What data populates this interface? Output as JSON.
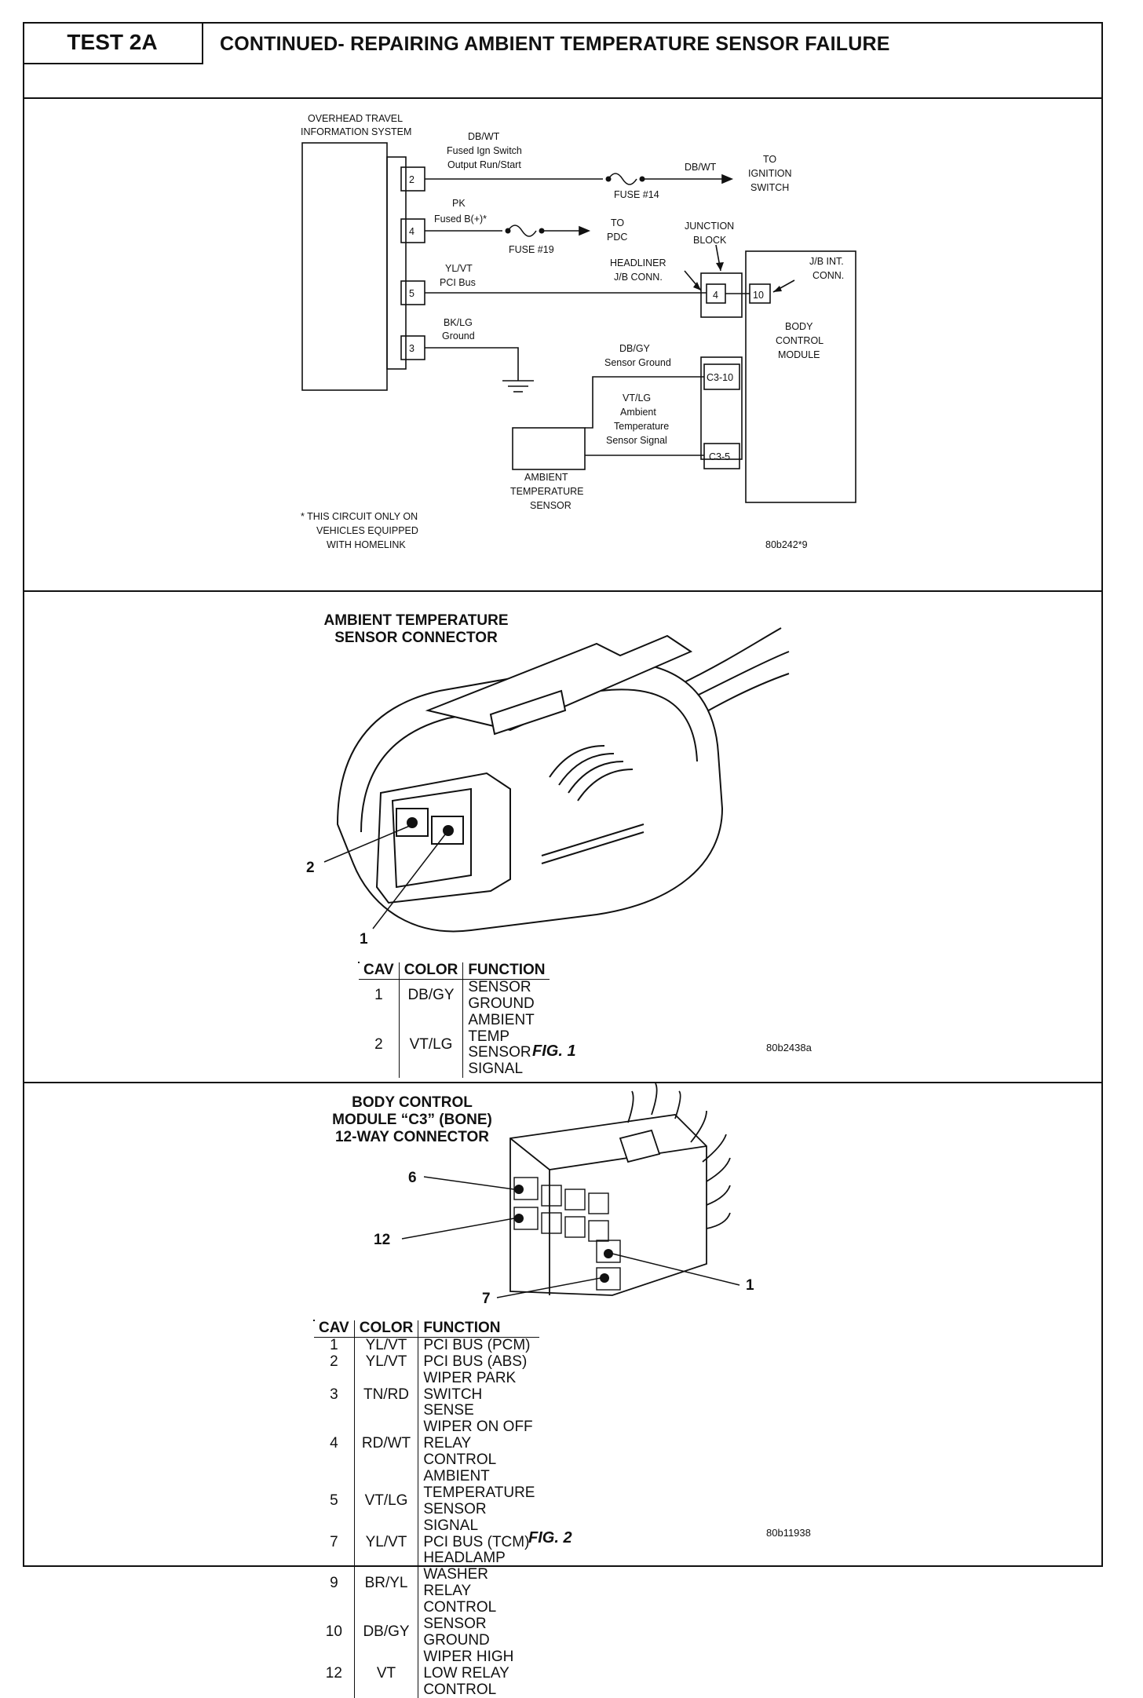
{
  "header": {
    "test": "TEST 2A",
    "title": "CONTINUED- REPAIRING AMBIENT TEMPERATURE SENSOR FAILURE"
  },
  "schematic": {
    "module_label": [
      "OVERHEAD TRAVEL",
      "INFORMATION SYSTEM"
    ],
    "pins": [
      "2",
      "4",
      "5",
      "3"
    ],
    "wire1": [
      "DB/WT",
      "Fused Ign Switch",
      "Output Run/Start"
    ],
    "wire1_right": "DB/WT",
    "fuse14": "FUSE #14",
    "to_ignition": [
      "TO",
      "IGNITION",
      "SWITCH"
    ],
    "wire2": [
      "PK",
      "Fused B(+)*"
    ],
    "fuse19": "FUSE #19",
    "to_pdc": [
      "TO",
      "PDC"
    ],
    "wire3": [
      "YL/VT",
      "PCI Bus"
    ],
    "wire4": [
      "BK/LG",
      "Ground"
    ],
    "junction_block": [
      "JUNCTION",
      "BLOCK"
    ],
    "headliner": [
      "HEADLINER",
      "J/B CONN."
    ],
    "jb_int": [
      "J/B INT.",
      "CONN."
    ],
    "jb_pin": "4",
    "jb_int_pin": "10",
    "bcm": [
      "BODY",
      "CONTROL",
      "MODULE"
    ],
    "sensor_ground": [
      "DB/GY",
      "Sensor Ground"
    ],
    "sensor_signal": [
      "VT/LG",
      "Ambient",
      "Temperature",
      "Sensor Signal"
    ],
    "c3_10": "C3-10",
    "c3_5": "C3-5",
    "sensor_label": [
      "AMBIENT",
      "TEMPERATURE",
      "SENSOR"
    ],
    "note": [
      "* THIS CIRCUIT ONLY ON",
      "VEHICLES EQUIPPED",
      "WITH HOMELINK"
    ],
    "code": "80b242*9"
  },
  "fig1": {
    "title": [
      "AMBIENT TEMPERATURE",
      "SENSOR CONNECTOR"
    ],
    "callout_2": "2",
    "callout_1": "1",
    "headers": [
      "CAV",
      "COLOR",
      "FUNCTION"
    ],
    "rows": [
      [
        "1",
        "DB/GY",
        "SENSOR GROUND"
      ],
      [
        "2",
        "VT/LG",
        "AMBIENT TEMP SENSOR SIGNAL"
      ]
    ],
    "caption": "FIG. 1",
    "code": "80b2438a"
  },
  "fig2": {
    "title": [
      "BODY CONTROL",
      "MODULE “C3” (BONE)",
      "12-WAY CONNECTOR"
    ],
    "callouts": [
      "6",
      "12",
      "7",
      "1"
    ],
    "headers": [
      "CAV",
      "COLOR",
      "FUNCTION"
    ],
    "rows": [
      [
        "1",
        "YL/VT",
        "PCI BUS (PCM)"
      ],
      [
        "2",
        "YL/VT",
        "PCI BUS (ABS)"
      ],
      [
        "3",
        "TN/RD",
        "WIPER PARK SWITCH SENSE"
      ],
      [
        "4",
        "RD/WT",
        "WIPER ON OFF RELAY CONTROL"
      ],
      [
        "5",
        "VT/LG",
        "AMBIENT TEMPERATURE SENSOR SIGNAL"
      ],
      [
        "7",
        "YL/VT",
        "PCI BUS (TCM)"
      ],
      [
        "9",
        "BR/YL",
        "HEADLAMP WASHER RELAY CONTROL"
      ],
      [
        "10",
        "DB/GY",
        "SENSOR GROUND"
      ],
      [
        "12",
        "VT",
        "WIPER HIGH LOW RELAY CONTROL"
      ]
    ],
    "caption": "FIG. 2",
    "code": "80b11938"
  }
}
